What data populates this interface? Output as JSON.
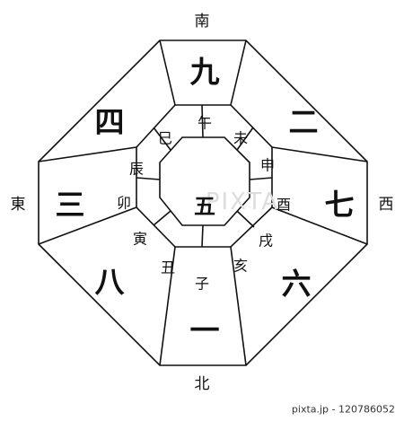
{
  "directions": {
    "south": "南",
    "north": "北",
    "east": "東",
    "west": "西"
  },
  "center": "五",
  "outer_numbers": {
    "south": "九",
    "southwest": "二",
    "west": "七",
    "northwest": "六",
    "north": "一",
    "northeast": "八",
    "east": "三",
    "southeast": "四"
  },
  "branches": {
    "wu": "午",
    "wei": "未",
    "shen": "申",
    "you": "酉",
    "xu": "戌",
    "hai": "亥",
    "zi": "子",
    "chou": "丑",
    "yin": "寅",
    "mao": "卯",
    "chen": "辰",
    "si": "巳"
  },
  "watermark": {
    "center_text": "PIXTA",
    "footer": "pixta.jp - 120786052"
  }
}
